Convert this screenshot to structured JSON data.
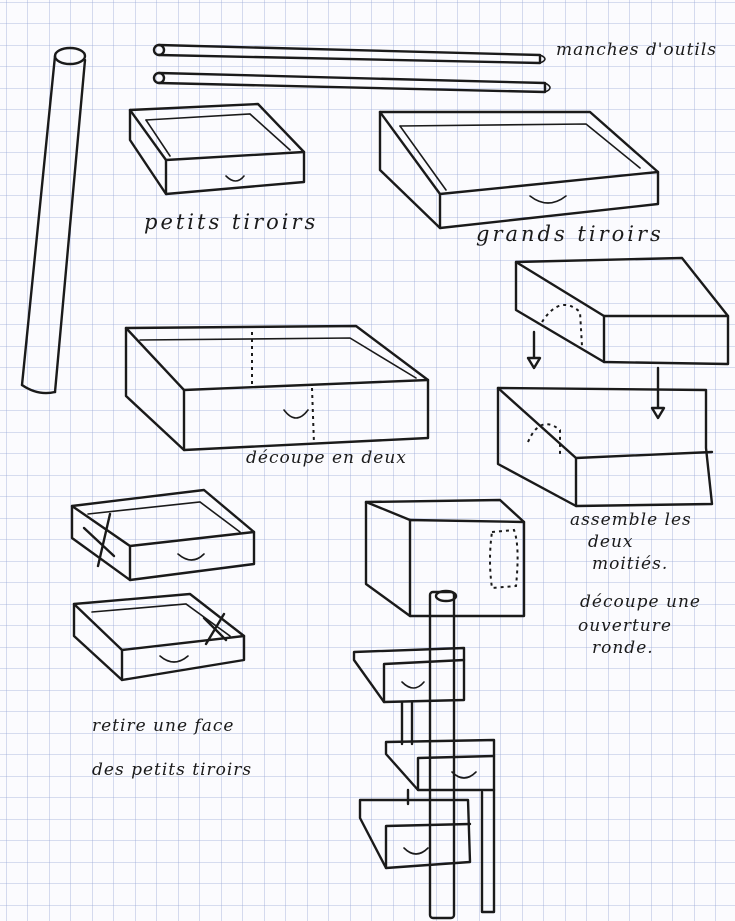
{
  "labels": {
    "tool_handles": "manches d'outils",
    "small_drawers": "petits tiroirs",
    "large_drawers": "grands tiroirs",
    "cut_in_two": "découpe en deux",
    "assemble_line1": "assemble les",
    "assemble_line2": "deux",
    "assemble_line3": "moitiés.",
    "cut_opening_line1": "découpe une",
    "cut_opening_line2": "ouverture",
    "cut_opening_line3": "ronde.",
    "remove_face_line1": "retire une face",
    "remove_face_line2": "des petits tiroirs"
  },
  "colors": {
    "paper": "#fbfbfe",
    "grid": "#9aa8d6",
    "ink": "#1a1a1a"
  }
}
